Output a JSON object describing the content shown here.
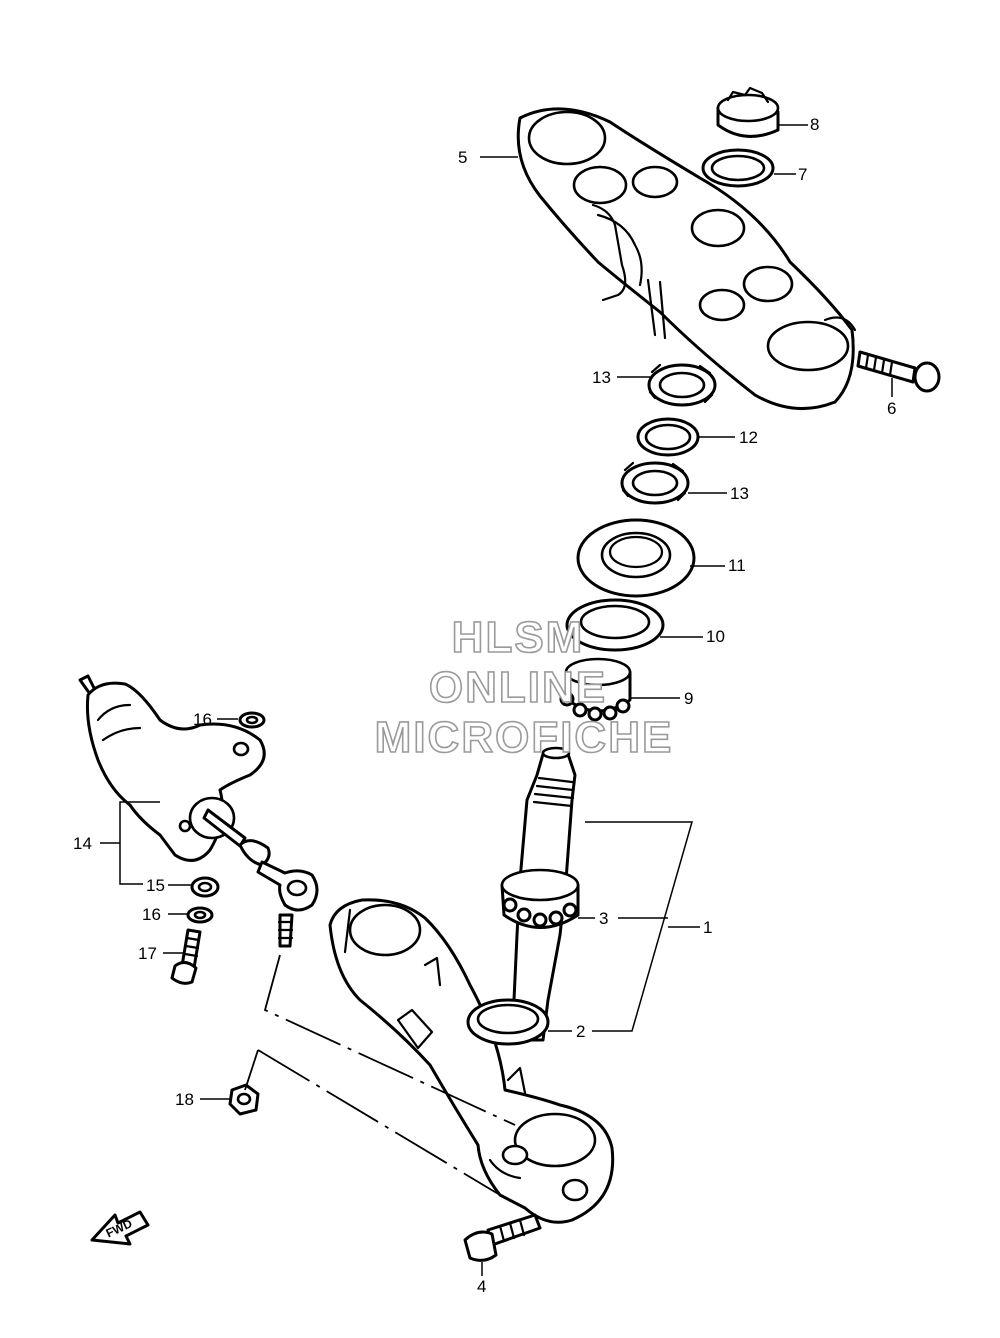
{
  "watermark": {
    "line1": "HLSM",
    "line2": "ONLINE",
    "line3": "MICROFICHE"
  },
  "direction_label": "FWD",
  "callouts": {
    "c1": "1",
    "c2": "2",
    "c3": "3",
    "c4": "4",
    "c5": "5",
    "c6": "6",
    "c7": "7",
    "c8": "8",
    "c9": "9",
    "c10": "10",
    "c11": "11",
    "c12": "12",
    "c13a": "13",
    "c13b": "13",
    "c14": "14",
    "c15": "15",
    "c16a": "16",
    "c16b": "16",
    "c17": "17",
    "c18": "18"
  }
}
